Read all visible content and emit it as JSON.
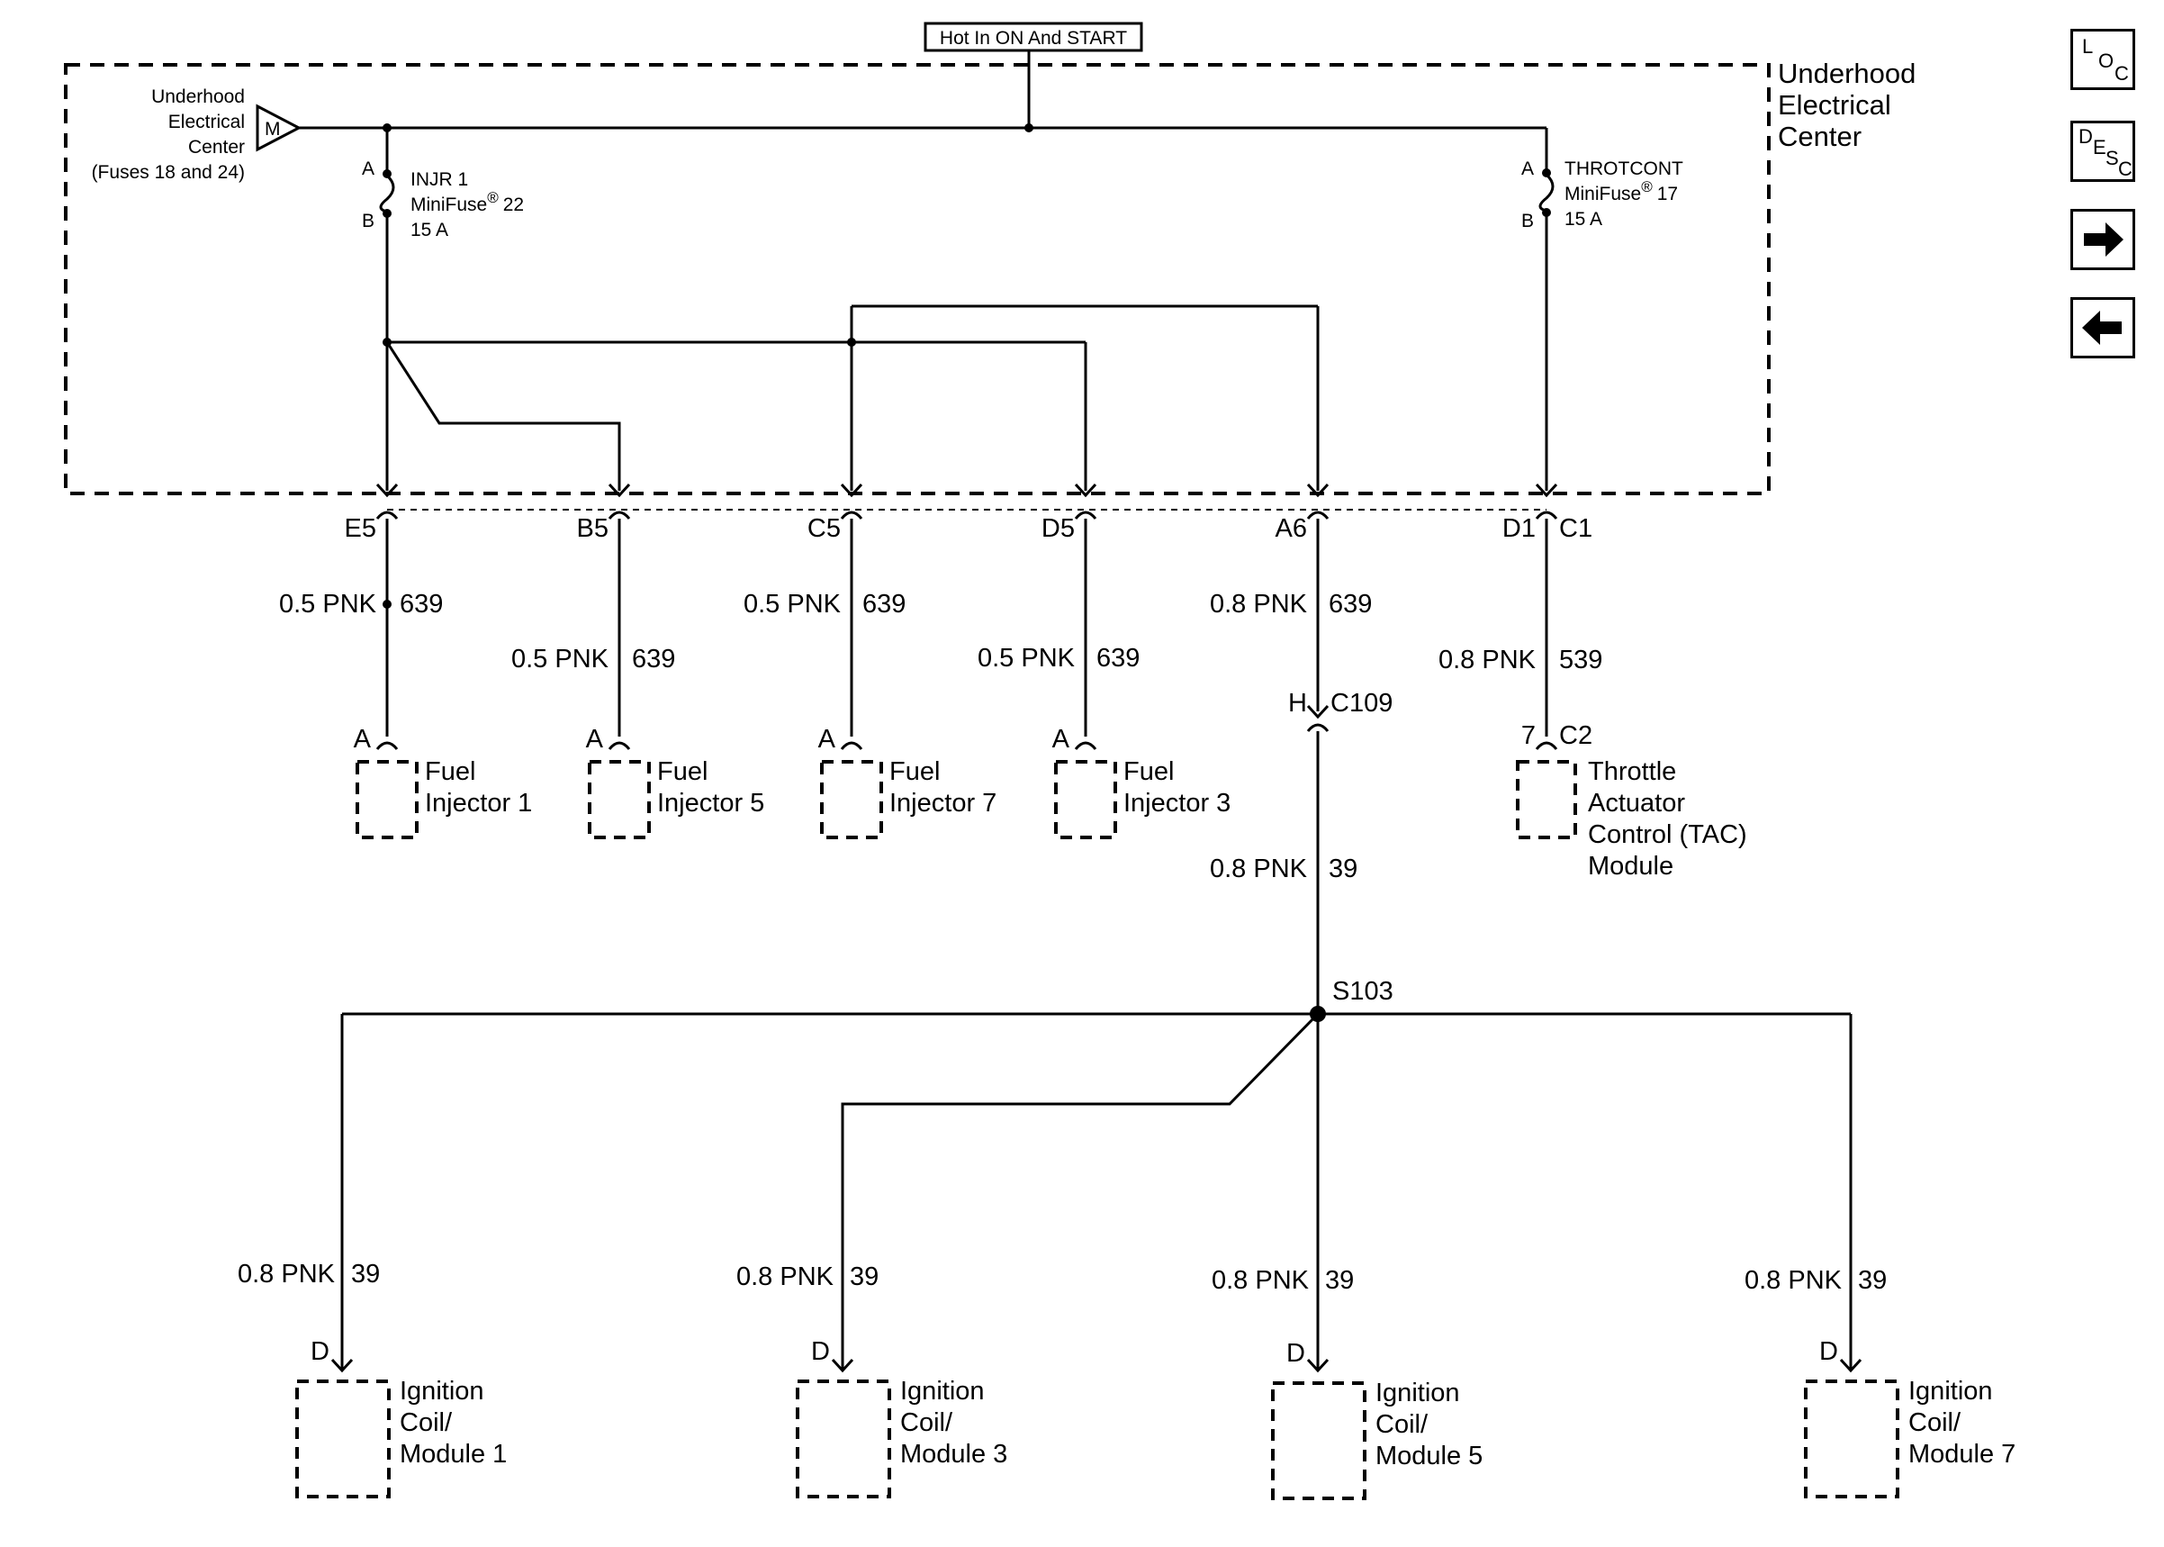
{
  "header": {
    "banner": "Hot In ON And START"
  },
  "uec": {
    "title_line1": "Underhood",
    "title_line2": "Electrical",
    "title_line3": "Center",
    "source_line1": "Underhood",
    "source_line2": "Electrical",
    "source_line3": "Center",
    "source_line4": "(Fuses 18 and 24)",
    "bus_letter": "M"
  },
  "fuses": {
    "injr": {
      "name": "INJR 1",
      "type": "MiniFuse",
      "reg": "®",
      "number": "22",
      "rating": "15 A",
      "pin_a": "A",
      "pin_b": "B"
    },
    "throt": {
      "name": "THROTCONT",
      "type": "MiniFuse",
      "reg": "®",
      "number": "17",
      "rating": "15 A",
      "pin_a": "A",
      "pin_b": "B"
    }
  },
  "connectors": {
    "e5": "E5",
    "b5": "B5",
    "c5": "C5",
    "d5": "D5",
    "a6": "A6",
    "d1": "D1",
    "c1": "C1",
    "h": "H",
    "c109": "C109",
    "seven": "7",
    "c2": "C2",
    "splice": "S103"
  },
  "wires": [
    {
      "gauge": "0.5 PNK",
      "circuit": "639"
    },
    {
      "gauge": "0.5 PNK",
      "circuit": "639"
    },
    {
      "gauge": "0.5 PNK",
      "circuit": "639"
    },
    {
      "gauge": "0.5 PNK",
      "circuit": "639"
    },
    {
      "gauge": "0.8 PNK",
      "circuit": "639"
    },
    {
      "gauge": "0.8 PNK",
      "circuit": "539"
    },
    {
      "gauge": "0.8 PNK",
      "circuit": "39"
    },
    {
      "gauge": "0.8 PNK",
      "circuit": "39"
    },
    {
      "gauge": "0.8 PNK",
      "circuit": "39"
    },
    {
      "gauge": "0.8 PNK",
      "circuit": "39"
    },
    {
      "gauge": "0.8 PNK",
      "circuit": "39"
    }
  ],
  "injectors": [
    {
      "pin": "A",
      "line1": "Fuel",
      "line2": "Injector 1"
    },
    {
      "pin": "A",
      "line1": "Fuel",
      "line2": "Injector 5"
    },
    {
      "pin": "A",
      "line1": "Fuel",
      "line2": "Injector 7"
    },
    {
      "pin": "A",
      "line1": "Fuel",
      "line2": "Injector 3"
    }
  ],
  "tac": {
    "line1": "Throttle",
    "line2": "Actuator",
    "line3": "Control (TAC)",
    "line4": "Module"
  },
  "coils": [
    {
      "pin": "D",
      "line1": "Ignition",
      "line2": "Coil/",
      "line3": "Module 1"
    },
    {
      "pin": "D",
      "line1": "Ignition",
      "line2": "Coil/",
      "line3": "Module 3"
    },
    {
      "pin": "D",
      "line1": "Ignition",
      "line2": "Coil/",
      "line3": "Module 5"
    },
    {
      "pin": "D",
      "line1": "Ignition",
      "line2": "Coil/",
      "line3": "Module 7"
    }
  ],
  "nav": {
    "loc": {
      "l": "L",
      "o": "O",
      "c": "C"
    },
    "desc": {
      "d": "D",
      "e": "E",
      "s": "S",
      "c": "C"
    },
    "forward_icon": "arrow-right-icon",
    "back_icon": "arrow-left-icon"
  }
}
